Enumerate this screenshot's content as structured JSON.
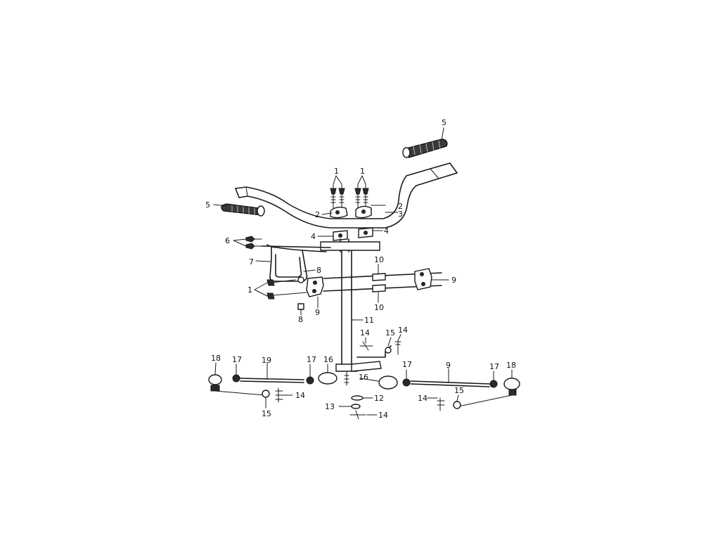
{
  "callouts": [
    {
      "id": "c5a",
      "text": "5"
    },
    {
      "id": "c5b",
      "text": "5"
    },
    {
      "id": "c1a",
      "text": "1"
    },
    {
      "id": "c1b",
      "text": "1"
    },
    {
      "id": "c2a",
      "text": "2"
    },
    {
      "id": "c2b",
      "text": "2"
    },
    {
      "id": "c3",
      "text": "3"
    },
    {
      "id": "c4a",
      "text": "4"
    },
    {
      "id": "c4b",
      "text": "4"
    },
    {
      "id": "c6",
      "text": "6"
    },
    {
      "id": "c7",
      "text": "7"
    },
    {
      "id": "c8a",
      "text": "8"
    },
    {
      "id": "c8b",
      "text": "8"
    },
    {
      "id": "c1c",
      "text": "1"
    },
    {
      "id": "c9a",
      "text": "9"
    },
    {
      "id": "c9b",
      "text": "9"
    },
    {
      "id": "c10a",
      "text": "10"
    },
    {
      "id": "c10b",
      "text": "10"
    },
    {
      "id": "c11",
      "text": "11"
    },
    {
      "id": "c14a",
      "text": "14"
    },
    {
      "id": "c15a",
      "text": "15"
    },
    {
      "id": "c14b",
      "text": "14"
    },
    {
      "id": "c18a",
      "text": "18"
    },
    {
      "id": "c17a",
      "text": "17"
    },
    {
      "id": "c19",
      "text": "19"
    },
    {
      "id": "c17b",
      "text": "17"
    },
    {
      "id": "c16a",
      "text": "16"
    },
    {
      "id": "c16b",
      "text": "16"
    },
    {
      "id": "c17c",
      "text": "17"
    },
    {
      "id": "c9c",
      "text": "9"
    },
    {
      "id": "c17d",
      "text": "17"
    },
    {
      "id": "c18b",
      "text": "18"
    },
    {
      "id": "c14c",
      "text": "14"
    },
    {
      "id": "c15b",
      "text": "15"
    },
    {
      "id": "c12",
      "text": "12"
    },
    {
      "id": "c13",
      "text": "13"
    },
    {
      "id": "c14d",
      "text": "14"
    },
    {
      "id": "c14e",
      "text": "14"
    },
    {
      "id": "c15c",
      "text": "15"
    }
  ]
}
